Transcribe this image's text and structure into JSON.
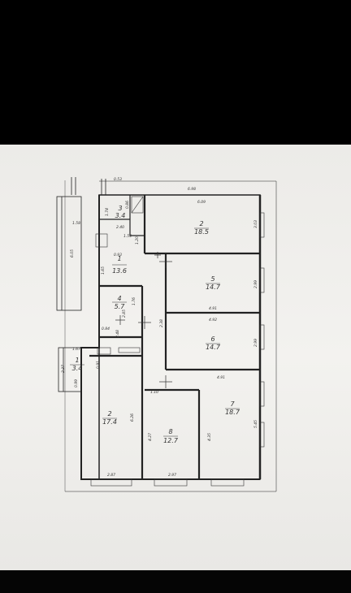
{
  "rooms": [
    {
      "id": "room-1-corridor",
      "number": "1",
      "area": "13.6"
    },
    {
      "id": "room-2-top",
      "number": "2",
      "area": "18.5"
    },
    {
      "id": "room-3-small",
      "number": "3",
      "area": "3.4"
    },
    {
      "id": "room-4",
      "number": "4",
      "area": "5.7"
    },
    {
      "id": "room-5",
      "number": "5",
      "area": "14.7"
    },
    {
      "id": "room-6",
      "number": "6",
      "area": "14.7"
    },
    {
      "id": "room-7",
      "number": "7",
      "area": "18.7"
    },
    {
      "id": "room-8",
      "number": "8",
      "area": "12.7"
    },
    {
      "id": "room-2-left",
      "number": "2",
      "area": "17.4"
    },
    {
      "id": "room-1-balcony",
      "number": "1",
      "area": "3.4"
    }
  ],
  "dims": {
    "d053": "0.53",
    "d698": "6.98",
    "d609": "6.09",
    "d303": "3.03",
    "d158": "1.58",
    "d605": "6.05",
    "d174": "1.74",
    "d086": "0.86",
    "d240": "2.40",
    "d154": "1.54",
    "d120": "1.20",
    "d093": "0.93",
    "d165": "1.65",
    "d299a": "2.99",
    "d491a": "4.91",
    "d492": "4.92",
    "d299b": "2.99",
    "d491b": "4.91",
    "d176": "1.76",
    "d285": "2.85",
    "d084": "0.84",
    "d248": "2.48",
    "d238": "2.38",
    "d167": "1.67",
    "d091": "0.91",
    "d237": "2.37",
    "d099": "0.99",
    "d110": "1.10",
    "d626": "6.26",
    "d427": "4.27",
    "d435": "4.35",
    "d545": "5.45",
    "d287": "2.87",
    "d297": "2.97"
  }
}
